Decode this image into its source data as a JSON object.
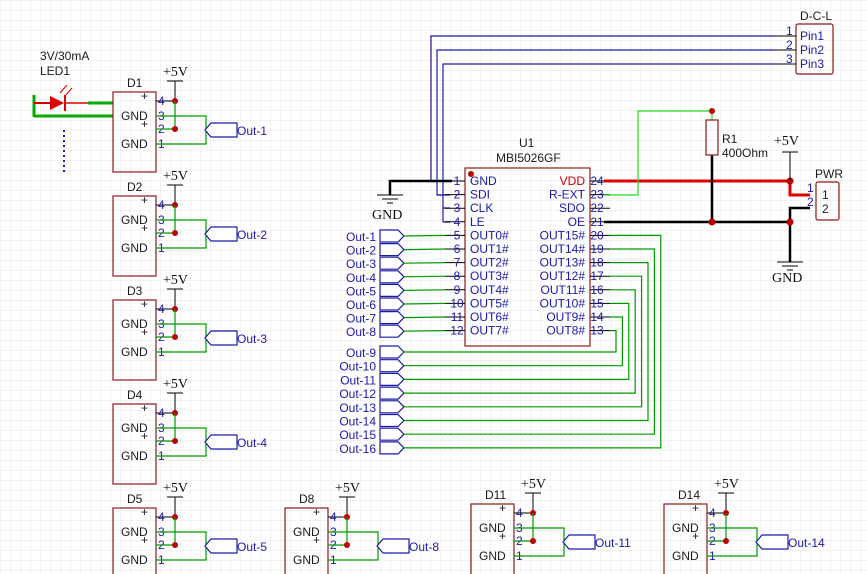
{
  "icons": [
    "led-icon",
    "ground-symbol-icon",
    "power-symbol-icon",
    "output-port-icon"
  ],
  "colors": {
    "wire": "#009900",
    "bus": "#1a1aa6",
    "power_wire": "#dd0000",
    "ground_wire": "#000000",
    "component_outline": "#8b1a1a",
    "junction": "#c00000"
  },
  "led": {
    "rating": "3V/30mA",
    "ref": "LED1"
  },
  "power_label": "+5V",
  "gnd_label": "GND",
  "led_module_pins": {
    "p4": "4",
    "p3": "3",
    "p2": "2",
    "p1": "1",
    "plus": "+",
    "gnd": "GND"
  },
  "led_modules": [
    {
      "ref": "D1",
      "net": "Out-1"
    },
    {
      "ref": "D2",
      "net": "Out-2"
    },
    {
      "ref": "D3",
      "net": "Out-3"
    },
    {
      "ref": "D4",
      "net": "Out-4"
    },
    {
      "ref": "D5",
      "net": "Out-5"
    },
    {
      "ref": "D8",
      "net": "Out-8"
    },
    {
      "ref": "D11",
      "net": "Out-11"
    },
    {
      "ref": "D14",
      "net": "Out-14"
    }
  ],
  "connector": {
    "ref": "D-C-L",
    "pins": [
      "Pin1",
      "Pin2",
      "Pin3"
    ],
    "numbers": [
      "1",
      "2",
      "3"
    ]
  },
  "ic": {
    "ref": "U1",
    "part": "MBI5026GF",
    "left_pins": [
      {
        "num": "1",
        "name": "GND"
      },
      {
        "num": "2",
        "name": "SDI"
      },
      {
        "num": "3",
        "name": "CLK"
      },
      {
        "num": "4",
        "name": "LE"
      },
      {
        "num": "5",
        "name": "OUT0#"
      },
      {
        "num": "6",
        "name": "OUT1#"
      },
      {
        "num": "7",
        "name": "OUT2#"
      },
      {
        "num": "8",
        "name": "OUT3#"
      },
      {
        "num": "9",
        "name": "OUT4#"
      },
      {
        "num": "10",
        "name": "OUT5#"
      },
      {
        "num": "11",
        "name": "OUT6#"
      },
      {
        "num": "12",
        "name": "OUT7#"
      }
    ],
    "right_pins": [
      {
        "num": "24",
        "name": "VDD"
      },
      {
        "num": "23",
        "name": "R-EXT"
      },
      {
        "num": "22",
        "name": "SDO"
      },
      {
        "num": "21",
        "name": "OE"
      },
      {
        "num": "20",
        "name": "OUT15#"
      },
      {
        "num": "19",
        "name": "OUT14#"
      },
      {
        "num": "18",
        "name": "OUT13#"
      },
      {
        "num": "17",
        "name": "OUT12#"
      },
      {
        "num": "16",
        "name": "OUT11#"
      },
      {
        "num": "15",
        "name": "OUT10#"
      },
      {
        "num": "14",
        "name": "OUT9#"
      },
      {
        "num": "13",
        "name": "OUT8#"
      }
    ]
  },
  "resistor": {
    "ref": "R1",
    "value": "400Ohm"
  },
  "pwr_connector": {
    "ref": "PWR",
    "pins": [
      "1",
      "2"
    ]
  },
  "out_ports": [
    "Out-1",
    "Out-2",
    "Out-3",
    "Out-4",
    "Out-5",
    "Out-6",
    "Out-7",
    "Out-8",
    "Out-9",
    "Out-10",
    "Out-11",
    "Out-12",
    "Out-13",
    "Out-14",
    "Out-15",
    "Out-16"
  ]
}
